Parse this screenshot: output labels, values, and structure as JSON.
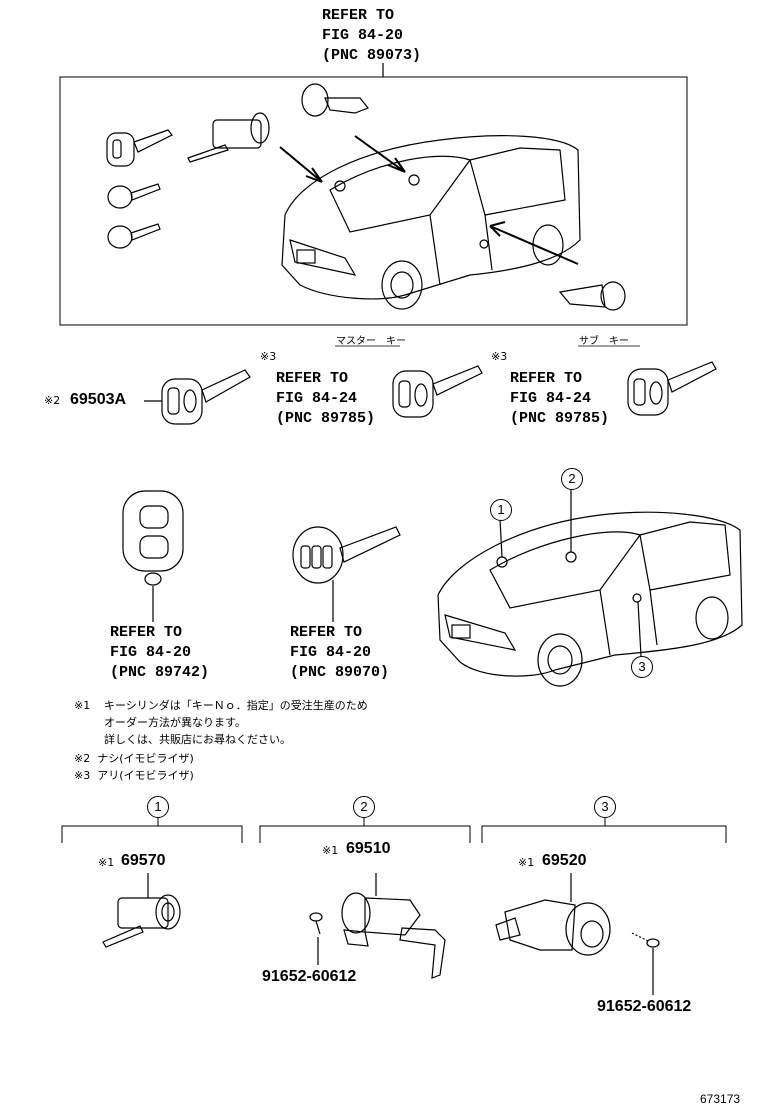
{
  "refs": {
    "top": {
      "l1": "REFER TO",
      "l2": "FIG 84-20",
      "l3": "(PNC 89073)"
    },
    "mid_a": {
      "l1": "REFER TO",
      "l2": "FIG 84-24",
      "l3": "(PNC 89785)"
    },
    "mid_b": {
      "l1": "REFER TO",
      "l2": "FIG 84-24",
      "l3": "(PNC 89785)"
    },
    "remote": {
      "l1": "REFER TO",
      "l2": "FIG 84-20",
      "l3": "(PNC 89742)"
    },
    "key": {
      "l1": "REFER TO",
      "l2": "FIG 84-20",
      "l3": "(PNC 89070)"
    }
  },
  "labels": {
    "master_key": "マスター　キー",
    "sub_key": "サブ　キー",
    "mark3_a": "※3",
    "mark3_b": "※3"
  },
  "parts": {
    "key_blank": {
      "mark": "※2",
      "number": "69503A"
    },
    "p1": {
      "mark": "※1",
      "number": "69570"
    },
    "p2": {
      "mark": "※1",
      "number": "69510"
    },
    "p3": {
      "mark": "※1",
      "number": "69520"
    },
    "bolt_a": "91652-60612",
    "bolt_b": "91652-60612"
  },
  "notes": {
    "n1_mark": "※1",
    "n1_l1": "キーシリンダは「キーＮｏ．指定」の受注生産のため",
    "n1_l2": "オーダー方法が異なります。",
    "n1_l3": "詳しくは、共販店にお尋ねください。",
    "n2": "※2  ナシ(イモビライザ)",
    "n3": "※3  アリ(イモビライザ)"
  },
  "callouts": [
    "1",
    "2",
    "3"
  ],
  "sections": [
    "1",
    "2",
    "3"
  ],
  "figure_id": "673173"
}
